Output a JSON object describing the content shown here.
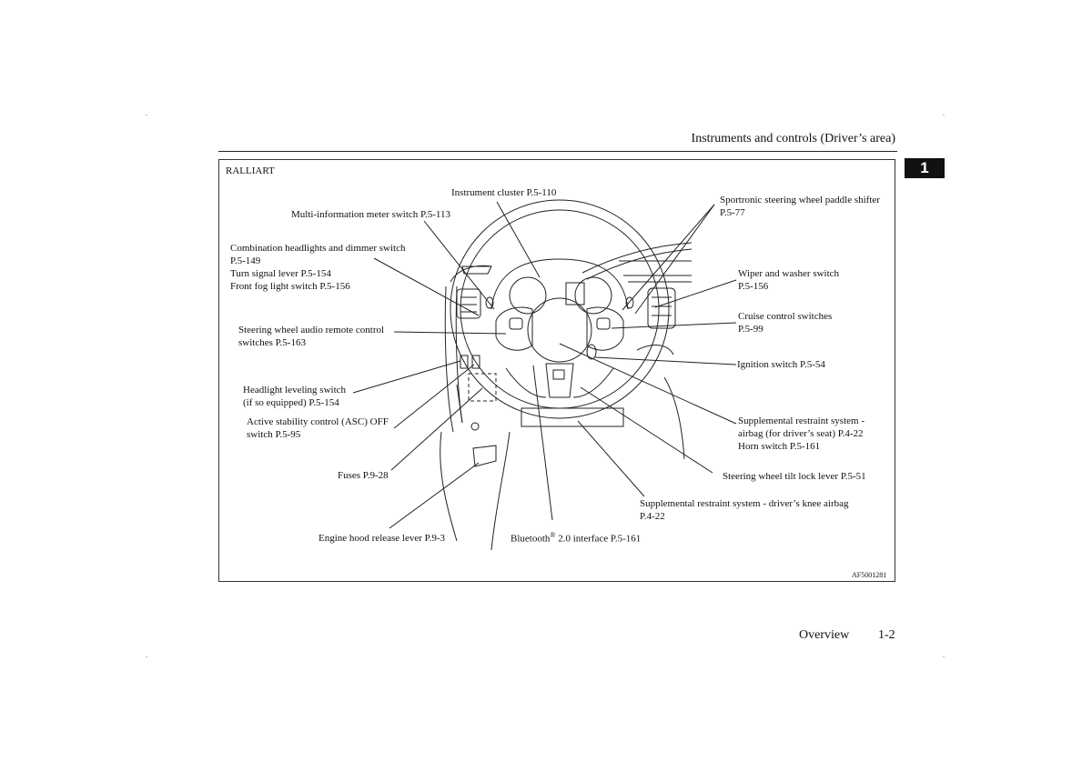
{
  "header": {
    "title": "Instruments and controls (Driver’s area)",
    "chapter_number": "1"
  },
  "figure": {
    "variant_label": "RALLIART",
    "figure_code": "AF5001281",
    "callouts": {
      "instrument_cluster": "Instrument cluster P.5-110",
      "multi_info_meter": "Multi-information meter switch P.5-113",
      "paddle_shifter_1": "Sportronic steering wheel paddle shifter",
      "paddle_shifter_2": "P.5-77",
      "combination_headlights_1": "Combination headlights and dimmer switch",
      "combination_headlights_2": "P.5-149",
      "turn_signal": "Turn signal lever P.5-154",
      "front_fog": "Front fog light switch P.5-156",
      "wiper_1": "Wiper and washer switch",
      "wiper_2": "P.5-156",
      "cruise_1": "Cruise control switches",
      "cruise_2": "P.5-99",
      "audio_remote_1": "Steering wheel audio remote control",
      "audio_remote_2": "switches P.5-163",
      "ignition": "Ignition switch P.5-54",
      "headlight_leveling_1": "Headlight leveling switch",
      "headlight_leveling_2": "(if so equipped) P.5-154",
      "asc_off_1": "Active stability control (ASC) OFF",
      "asc_off_2": "switch P.5-95",
      "srs_airbag_1": "Supplemental restraint system -",
      "srs_airbag_2": "airbag (for driver’s seat) P.4-22",
      "horn": "Horn switch P.5-161",
      "fuses": "Fuses P.9-28",
      "tilt_lock": "Steering wheel tilt lock lever P.5-51",
      "knee_airbag_1": "Supplemental restraint system - driver’s knee airbag",
      "knee_airbag_2": "P.4-22",
      "hood_release": "Engine hood release lever P.9-3",
      "bluetooth_name": "Bluetooth",
      "bluetooth_mark": "®",
      "bluetooth_rest": " 2.0 interface P.5-161"
    }
  },
  "footer": {
    "section": "Overview",
    "page_number": "1-2"
  }
}
